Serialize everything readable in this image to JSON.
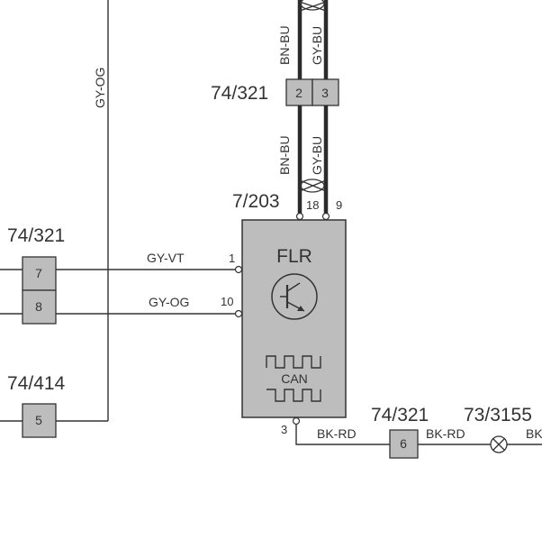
{
  "components": {
    "flr": {
      "ref": "7/203",
      "name": "FLR",
      "bus": "CAN",
      "pin_1": "1",
      "pin_10": "10",
      "pin_3": "3",
      "pin_18": "18",
      "pin_9": "9"
    },
    "conn_top": {
      "ref": "74/321",
      "pin_a": "2",
      "pin_b": "3"
    },
    "conn_left": {
      "ref": "74/321",
      "pin_a": "7",
      "pin_b": "8"
    },
    "conn_left_low": {
      "ref": "74/414",
      "pin_a": "5"
    },
    "conn_bottom": {
      "ref": "74/321",
      "pin_a": "6"
    },
    "splice": {
      "ref": "73/3155"
    }
  },
  "wires": {
    "gy_og_vertical": "GY-OG",
    "bn_bu_upper": "BN-BU",
    "gy_bu_upper": "GY-BU",
    "bn_bu_lower": "BN-BU",
    "gy_bu_lower": "GY-BU",
    "gy_vt": "GY-VT",
    "gy_og_lower": "GY-OG",
    "bk_rd_left": "BK-RD",
    "bk_rd_right": "BK-RD",
    "bk_edge": "BK"
  }
}
